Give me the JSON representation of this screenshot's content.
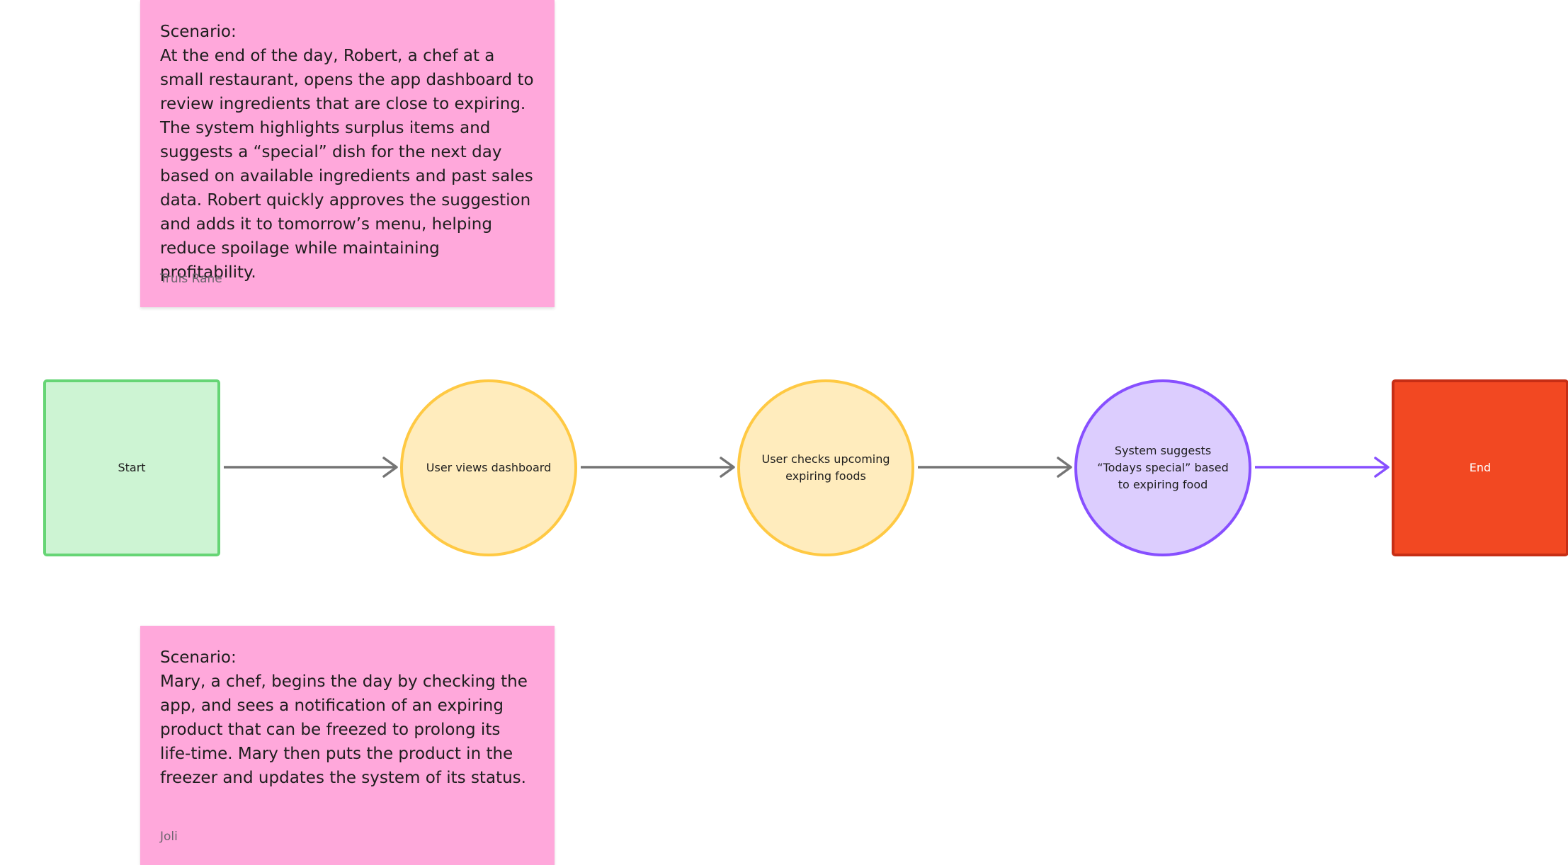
{
  "colors": {
    "sticky": "#ffa8db",
    "start_fill": "#cdf4d3",
    "start_border": "#66d575",
    "step_fill": "#ffecbd",
    "step_border": "#ffc943",
    "system_fill": "#dccdfe",
    "system_border": "#874fff",
    "end_fill": "#f24822",
    "end_border": "#c62e15",
    "connector_gray": "#757575",
    "connector_purple": "#874fff",
    "end_text": "#ffffff"
  },
  "stickies": [
    {
      "text": "Scenario:\nAt the end of the day, Robert, a chef at a small restaurant, opens the app dashboard to review ingredients that are close to expiring. The system highlights surplus items and suggests a “special” dish for the next day based on available ingredients and past sales data. Robert quickly approves the suggestion and adds it to tomorrow’s menu, helping reduce spoilage while maintaining profitability.",
      "author": "Truls Rane"
    },
    {
      "text": "Scenario:\nMary, a chef, begins the day by checking the app, and sees a notification of an expiring product that can be freezed to prolong its life-time. Mary then puts the product in the freezer and updates the system of its status.",
      "author": "Joli"
    }
  ],
  "flow": {
    "nodes": [
      {
        "id": "start",
        "shape": "square",
        "label": "Start"
      },
      {
        "id": "view-dashboard",
        "shape": "circle",
        "label": "User views dashboard"
      },
      {
        "id": "check-expiring",
        "shape": "circle",
        "label": "User checks upcoming\nexpiring foods"
      },
      {
        "id": "system-suggests",
        "shape": "circle",
        "label": "System suggests\n“Todays special” based\nto expiring food"
      },
      {
        "id": "end",
        "shape": "square",
        "label": "End"
      }
    ],
    "edges": [
      {
        "from": "start",
        "to": "view-dashboard",
        "color": "gray"
      },
      {
        "from": "view-dashboard",
        "to": "check-expiring",
        "color": "gray"
      },
      {
        "from": "check-expiring",
        "to": "system-suggests",
        "color": "gray"
      },
      {
        "from": "system-suggests",
        "to": "end",
        "color": "purple"
      }
    ]
  }
}
